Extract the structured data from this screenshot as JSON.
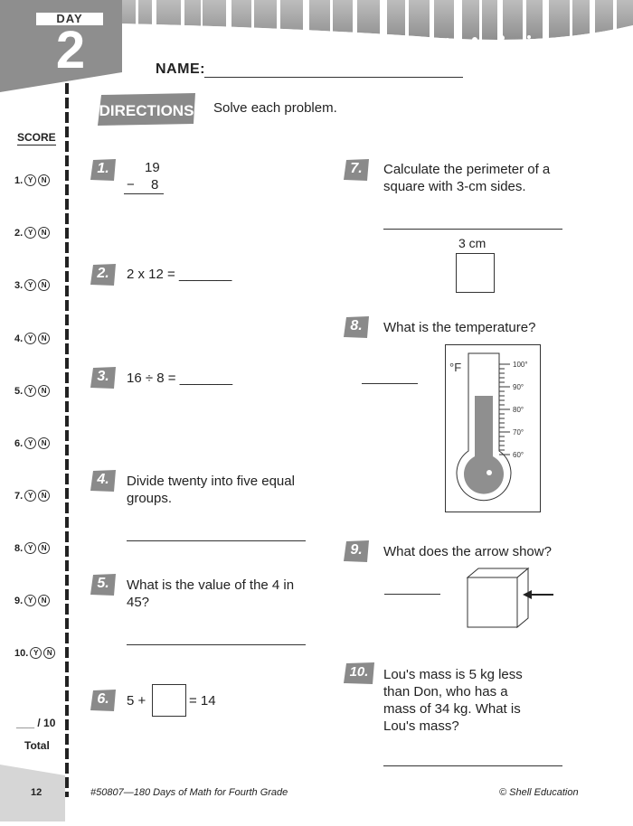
{
  "header": {
    "day_label": "DAY",
    "day_number": "2",
    "name_label": "NAME:",
    "directions_badge": "DIRECTIONS",
    "directions_text": "Solve each problem."
  },
  "score": {
    "title": "SCORE",
    "rows": [
      "1.",
      "2.",
      "3.",
      "4.",
      "5.",
      "6.",
      "7.",
      "8.",
      "9.",
      "10."
    ],
    "yes_symbol": "Y",
    "no_symbol": "N",
    "total_score": "___ / 10",
    "total_label": "Total"
  },
  "problems": {
    "p1": {
      "num": "1.",
      "top": "19",
      "bottom": "8",
      "operator": "−"
    },
    "p2": {
      "num": "2.",
      "text": "2 x 12 = _______"
    },
    "p3": {
      "num": "3.",
      "text": "16 ÷ 8 = _______"
    },
    "p4": {
      "num": "4.",
      "text": "Divide twenty into five equal groups."
    },
    "p5": {
      "num": "5.",
      "text": "What is the value of the 4 in 45?"
    },
    "p6": {
      "num": "6.",
      "left": "5 +",
      "right": "= 14"
    },
    "p7": {
      "num": "7.",
      "text": "Calculate the perimeter of a square with 3-cm sides.",
      "side_label": "3 cm"
    },
    "p8": {
      "num": "8.",
      "text": "What is the temperature?",
      "unit": "°F",
      "scale": [
        "100°",
        "90°",
        "80°",
        "70°",
        "60°"
      ],
      "reading": 86
    },
    "p9": {
      "num": "9.",
      "text": "What does the arrow show?"
    },
    "p10": {
      "num": "10.",
      "text": "Lou's mass is 5 kg less than Don, who has a mass of 34 kg. What is Lou's mass?"
    }
  },
  "footer": {
    "page_number": "12",
    "book_title": "#50807—180 Days of Math for Fourth Grade",
    "copyright": "© Shell Education"
  }
}
